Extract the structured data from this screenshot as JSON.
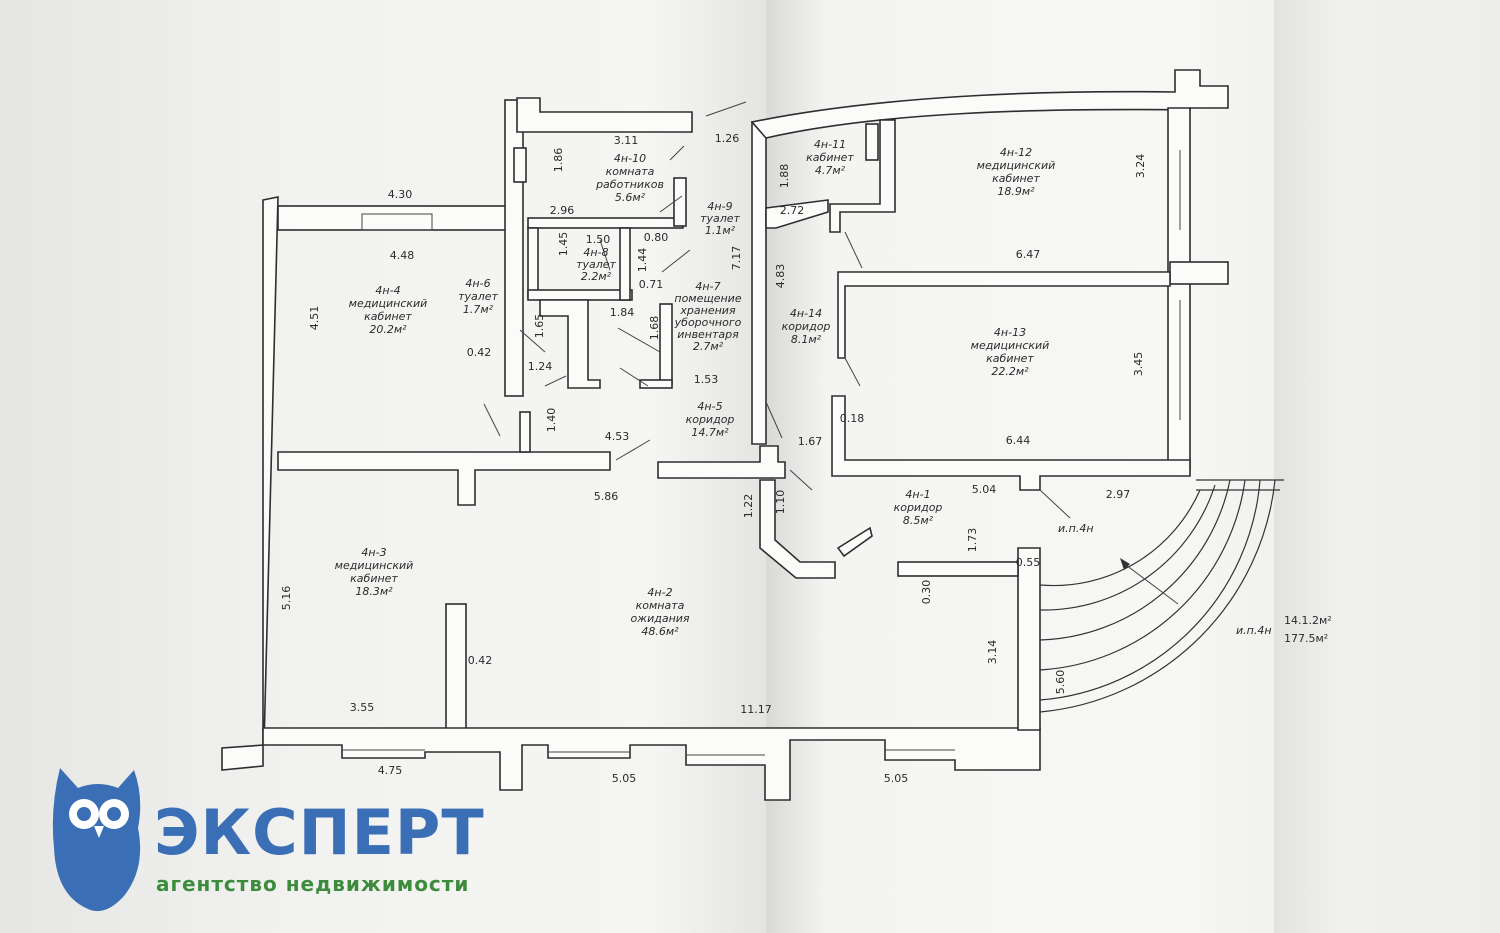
{
  "colors": {
    "brand_blue": "#3a6fb5",
    "brand_green": "#3c8c3c",
    "ink": "#2e2e2e"
  },
  "logo": {
    "brand": "ЭКСПЕРТ",
    "tagline": "агентство недвижимости",
    "icon": "owl-icon"
  },
  "rooms": [
    {
      "id": "r1",
      "lines": [
        "4н-1",
        "коридор",
        "8.5м²"
      ]
    },
    {
      "id": "r2",
      "lines": [
        "4н-2",
        "комната",
        "ожидания",
        "48.6м²"
      ]
    },
    {
      "id": "r3",
      "lines": [
        "4н-3",
        "медицинский",
        "кабинет",
        "18.3м²"
      ]
    },
    {
      "id": "r4",
      "lines": [
        "4н-4",
        "медицинский",
        "кабинет",
        "20.2м²"
      ]
    },
    {
      "id": "r5",
      "lines": [
        "4н-5",
        "коридор",
        "14.7м²"
      ]
    },
    {
      "id": "r6",
      "lines": [
        "4н-6",
        "туалет",
        "1.7м²"
      ]
    },
    {
      "id": "r7",
      "lines": [
        "4н-7",
        "помещение",
        "хранения",
        "уборочного",
        "инвентаря",
        "2.7м²"
      ]
    },
    {
      "id": "r8",
      "lines": [
        "4н-8",
        "туалет",
        "2.2м²"
      ]
    },
    {
      "id": "r9",
      "lines": [
        "4н-9",
        "туалет",
        "1.1м²"
      ]
    },
    {
      "id": "r10",
      "lines": [
        "4н-10",
        "комната",
        "работников",
        "5.6м²"
      ]
    },
    {
      "id": "r11",
      "lines": [
        "4н-11",
        "кабинет",
        "4.7м²"
      ]
    },
    {
      "id": "r12",
      "lines": [
        "4н-12",
        "медицинский",
        "кабинет",
        "18.9м²"
      ]
    },
    {
      "id": "r13",
      "lines": [
        "4н-13",
        "медицинский",
        "кабинет",
        "22.2м²"
      ]
    },
    {
      "id": "r14",
      "lines": [
        "4н-14",
        "коридор",
        "8.1м²"
      ]
    }
  ],
  "dimensions": [
    "4.30",
    "4.48",
    "4.51",
    "0.42",
    "1.65",
    "1.24",
    "1.40",
    "4.53",
    "5.86",
    "5.16",
    "0.42",
    "3.55",
    "4.75",
    "5.05",
    "11.17",
    "5.05",
    "3.11",
    "1.86",
    "2.96",
    "1.26",
    "1.45",
    "1.50",
    "0.80",
    "1.44",
    "0.71",
    "7.17",
    "1.84",
    "1.68",
    "1.53",
    "1.88",
    "2.72",
    "4.83",
    "3.24",
    "6.47",
    "3.45",
    "0.18",
    "6.44",
    "1.67",
    "1.22",
    "1.10",
    "5.04",
    "2.97",
    "1.73",
    "0.55",
    "0.30",
    "3.14",
    "5.60"
  ],
  "notes": {
    "entrance_a": "и.п.4н",
    "entrance_b": "и.п.4н",
    "area_a": "14.1.2м²",
    "area_b": "177.5м²"
  }
}
